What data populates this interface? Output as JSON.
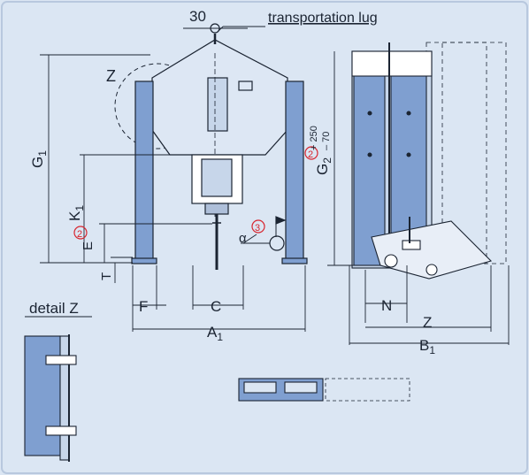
{
  "labels": {
    "dim_30": "30",
    "transportation_lug": "transportation lug",
    "z_top": "Z",
    "g1_main": "G",
    "g1_sub": "1",
    "k1_main": "K",
    "k1_sub": "1",
    "e": "E",
    "t": "T",
    "f": "F",
    "c": "C",
    "a1_main": "A",
    "a1_sub": "1",
    "a_alpha": "α",
    "circled_2": "2",
    "circled_3": "3",
    "g2_main": "G",
    "g2_sub": "2",
    "g2_tol_plus": "+ 250",
    "g2_tol_minus": "– 70",
    "n": "N",
    "z_side": "Z",
    "b1_main": "B",
    "b1_sub": "1",
    "detail_z": "detail Z"
  },
  "colors": {
    "background": "#dbe6f3",
    "line": "#1b2432",
    "part_fill": "#7f9fd0",
    "light_part": "#c7d6ea",
    "accent_red": "#d8252f"
  }
}
